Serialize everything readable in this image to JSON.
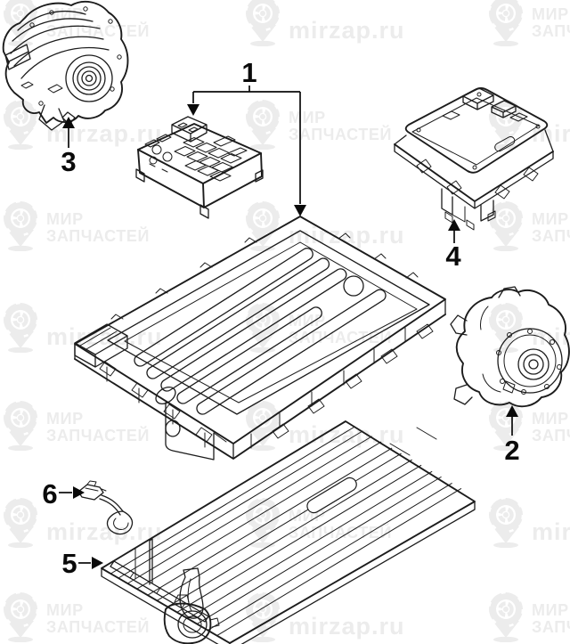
{
  "callouts": [
    {
      "number": "1"
    },
    {
      "number": "2"
    },
    {
      "number": "3"
    },
    {
      "number": "4"
    },
    {
      "number": "5"
    },
    {
      "number": "6"
    }
  ],
  "watermark": {
    "brand_line1": "МИР",
    "brand_line2": "ЗАПЧАСТЕЙ",
    "site": "mirzap.ru",
    "color": "#ececec"
  },
  "colors": {
    "background": "#ffffff",
    "line_art": "#1c1c1c",
    "callout_label": "#0a0a0a"
  }
}
